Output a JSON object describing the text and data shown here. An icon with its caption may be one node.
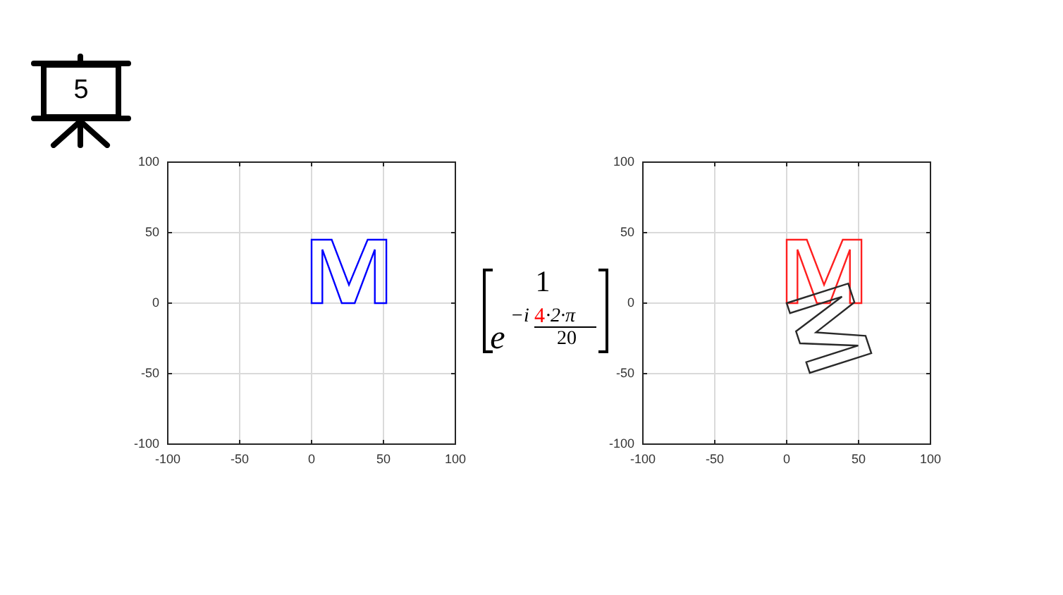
{
  "diagram": {
    "nodes": [
      {
        "text": [
          "5"
        ]
      }
    ],
    "labels": [
      "100",
      "50",
      "0",
      "-50",
      "-100",
      "-100",
      "-50",
      "0",
      "50",
      "100",
      "1",
      "e",
      "−i",
      "4",
      "·2·π",
      "20",
      "100",
      "50",
      "0",
      "-50",
      "-100",
      "-100",
      "-50",
      "0",
      "50",
      "100"
    ]
  }
}
